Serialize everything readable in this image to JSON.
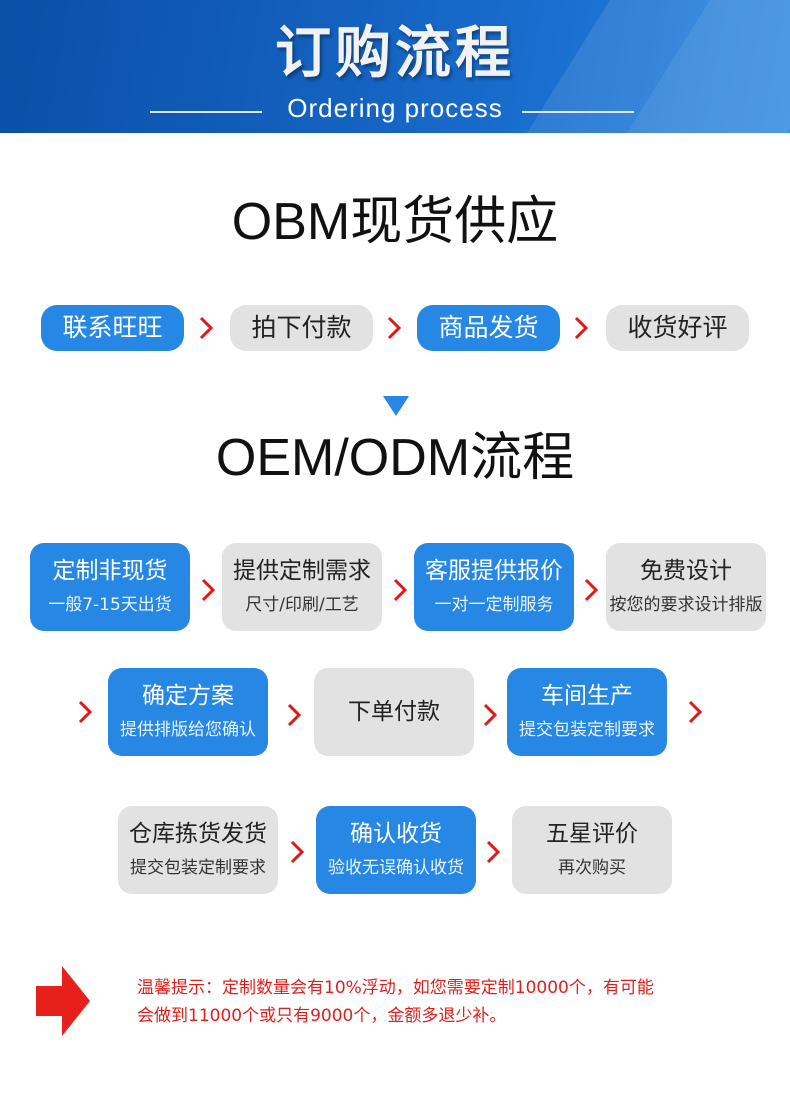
{
  "header": {
    "title": "订购流程",
    "subtitle": "Ordering process"
  },
  "obm": {
    "title": "OBM现货供应",
    "steps": [
      {
        "label": "联系旺旺",
        "style": "blue"
      },
      {
        "label": "拍下付款",
        "style": "gray"
      },
      {
        "label": "商品发货",
        "style": "blue"
      },
      {
        "label": "收货好评",
        "style": "gray"
      }
    ]
  },
  "oem": {
    "title": "OEM/ODM流程",
    "row1": [
      {
        "title": "定制非现货",
        "sub": "一般7-15天出货",
        "style": "blue"
      },
      {
        "title": "提供定制需求",
        "sub": "尺寸/印刷/工艺",
        "style": "gray"
      },
      {
        "title": "客服提供报价",
        "sub": "一对一定制服务",
        "style": "blue"
      },
      {
        "title": "免费设计",
        "sub": "按您的要求设计排版",
        "style": "gray"
      }
    ],
    "row2": [
      {
        "title": "确定方案",
        "sub": "提供排版给您确认",
        "style": "blue"
      },
      {
        "title": "下单付款",
        "sub": "",
        "style": "gray"
      },
      {
        "title": "车间生产",
        "sub": "提交包装定制要求",
        "style": "blue"
      }
    ],
    "row3": [
      {
        "title": "仓库拣货发货",
        "sub": "提交包装定制要求",
        "style": "gray"
      },
      {
        "title": "确认收货",
        "sub": "验收无误确认收货",
        "style": "blue"
      },
      {
        "title": "五星评价",
        "sub": "再次购买",
        "style": "gray"
      }
    ]
  },
  "notice": {
    "line1": "温馨提示：定制数量会有10%浮动，如您需要定制10000个，有可能",
    "line2": "会做到11000个或只有9000个，金额多退少补。"
  },
  "colors": {
    "accent_blue": "#2688e4",
    "neutral_gray": "#e2e2e2",
    "chevron_red": "#e01818",
    "notice_red": "#e0201d",
    "banner_blue": "#1462c0"
  },
  "icons": {
    "step_separator": "chevron-right-icon",
    "section_arrow": "triangle-down-icon",
    "notice_marker": "arrow-right-icon"
  }
}
